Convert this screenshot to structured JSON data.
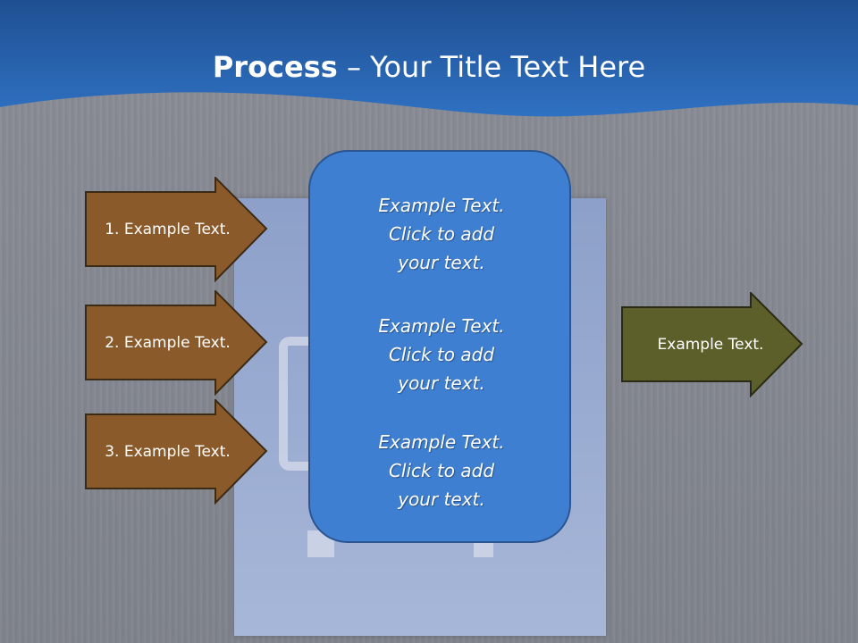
{
  "title": {
    "bold": "Process",
    "rest": " – Your Title Text Here"
  },
  "inputs": [
    {
      "label": "1. Example Text."
    },
    {
      "label": "2. Example Text."
    },
    {
      "label": "3. Example Text."
    }
  ],
  "center": {
    "blocks": [
      {
        "line1": "Example Text.",
        "line2": "Click  to add",
        "line3": "your text."
      },
      {
        "line1": "Example Text.",
        "line2": "Click  to add",
        "line3": "your text."
      },
      {
        "line1": "Example Text.",
        "line2": "Click  to add",
        "line3": "your text."
      }
    ]
  },
  "output": {
    "label": "Example Text."
  },
  "colors": {
    "header_blue": "#2a66b3",
    "input_arrow": "#8b5a2b",
    "output_arrow": "#5d5f2a",
    "center_box": "#3f7fd1"
  }
}
